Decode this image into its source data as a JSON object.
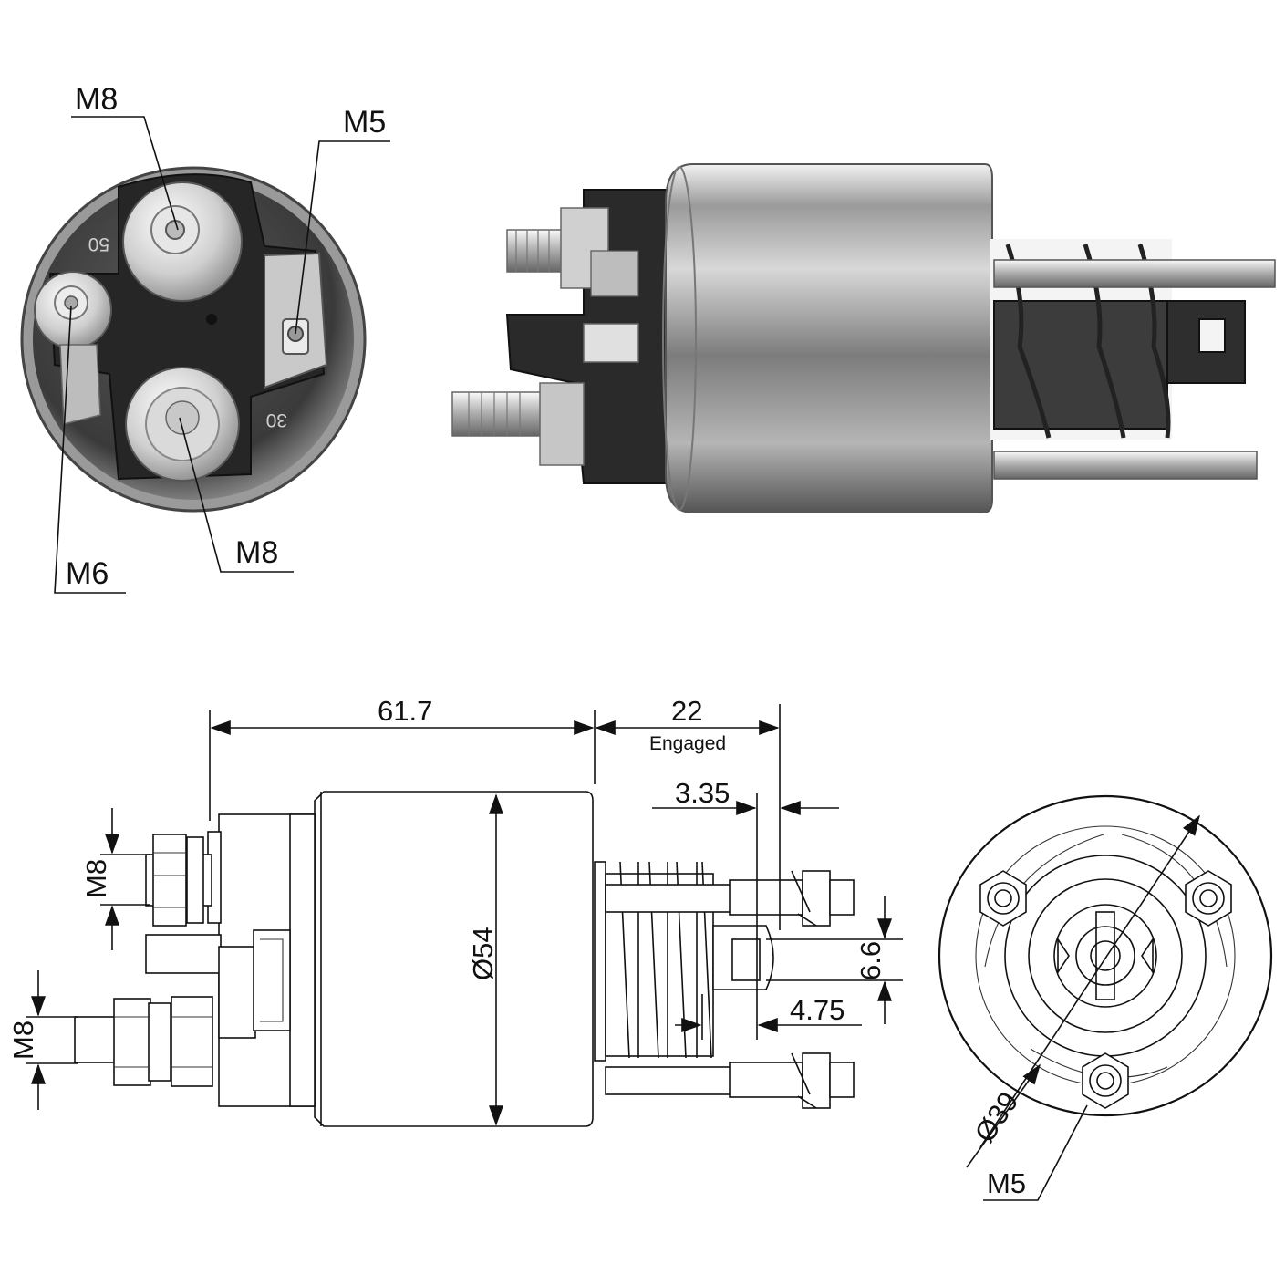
{
  "photo_front": {
    "label_top_m8": "M8",
    "label_m5": "M5",
    "label_m6": "M6",
    "label_bottom_m8": "M8",
    "stamp_50": "50",
    "stamp_30": "30"
  },
  "drawing_side": {
    "dim_length": "61.7",
    "dim_stroke": "22",
    "dim_stroke_note": "Engaged",
    "dim_3_35": "3.35",
    "dim_6_6": "6.6",
    "dim_4_75": "4.75",
    "dim_diameter": "Ø54",
    "label_m8_upper": "M8",
    "label_m8_lower": "M8"
  },
  "drawing_end": {
    "dim_bolt_circle": "Ø39",
    "label_m5": "M5"
  },
  "colors": {
    "line": "#111111",
    "metal_light": "#e8e8e8",
    "metal_dark": "#6a6a6a",
    "body_black": "#2a2a2a"
  }
}
